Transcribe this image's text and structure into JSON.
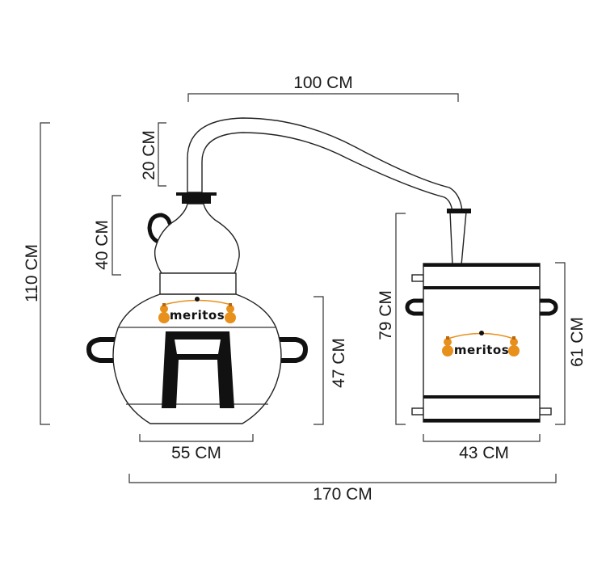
{
  "dimensions": {
    "pipe_length": "100 CM",
    "neck_height": "20 CM",
    "dome_height": "40 CM",
    "total_height": "110 CM",
    "pot_height": "47 CM",
    "pot_width": "55 CM",
    "cooler_height": "79 CM",
    "tank_height": "61 CM",
    "tank_width": "43 CM",
    "total_width": "170 CM"
  },
  "logo": {
    "pot_logo_text": "meritos",
    "tank_logo_text": "meritos"
  },
  "colors": {
    "line": "#222222",
    "handle": "#111111",
    "logo_gold": "#e8901c",
    "logo_dark": "#b86810",
    "text": "#1a1a1a"
  }
}
